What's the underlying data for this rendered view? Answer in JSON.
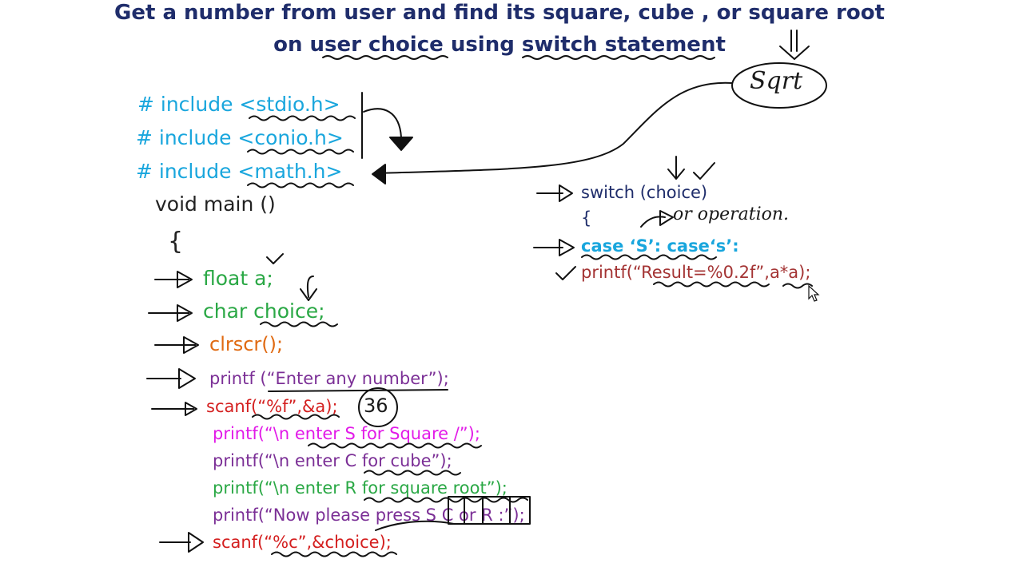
{
  "slide": {
    "title_line1": "Get a number from user and find its square, cube , or square root",
    "title_line2": "on  user choice using switch statement",
    "code_left": {
      "include_stdio": "# include <stdio.h>",
      "include_conio": "# include <conio.h>",
      "include_math": "# include <math.h>",
      "void_main": "void main ()",
      "open_brace": "{",
      "float_decl": "float a;",
      "char_decl": "char choice;",
      "clrscr": "clrscr();",
      "printf_enter_number": "printf (“Enter any number”);",
      "scanf_float": "scanf(“%f”,&a);",
      "printf_square": "printf(“\\n enter S for Square /”);",
      "printf_cube": "printf(“\\n enter C for cube”);",
      "printf_sqrt": "printf(“\\n enter R for square root”);",
      "printf_press": "printf(“Now please press S C or R :”);",
      "scanf_choice": "scanf(“%c”,&choice);"
    },
    "code_right": {
      "switch_line": "switch (choice)",
      "brace": "{",
      "case_line": "case ‘S’: case‘s’:",
      "printf_result": "printf(“Result=%0.2f”,a*a);"
    },
    "annotations": {
      "sqrt_note": "Sqrt",
      "input_value": "36",
      "operation_note": "or operation."
    }
  }
}
